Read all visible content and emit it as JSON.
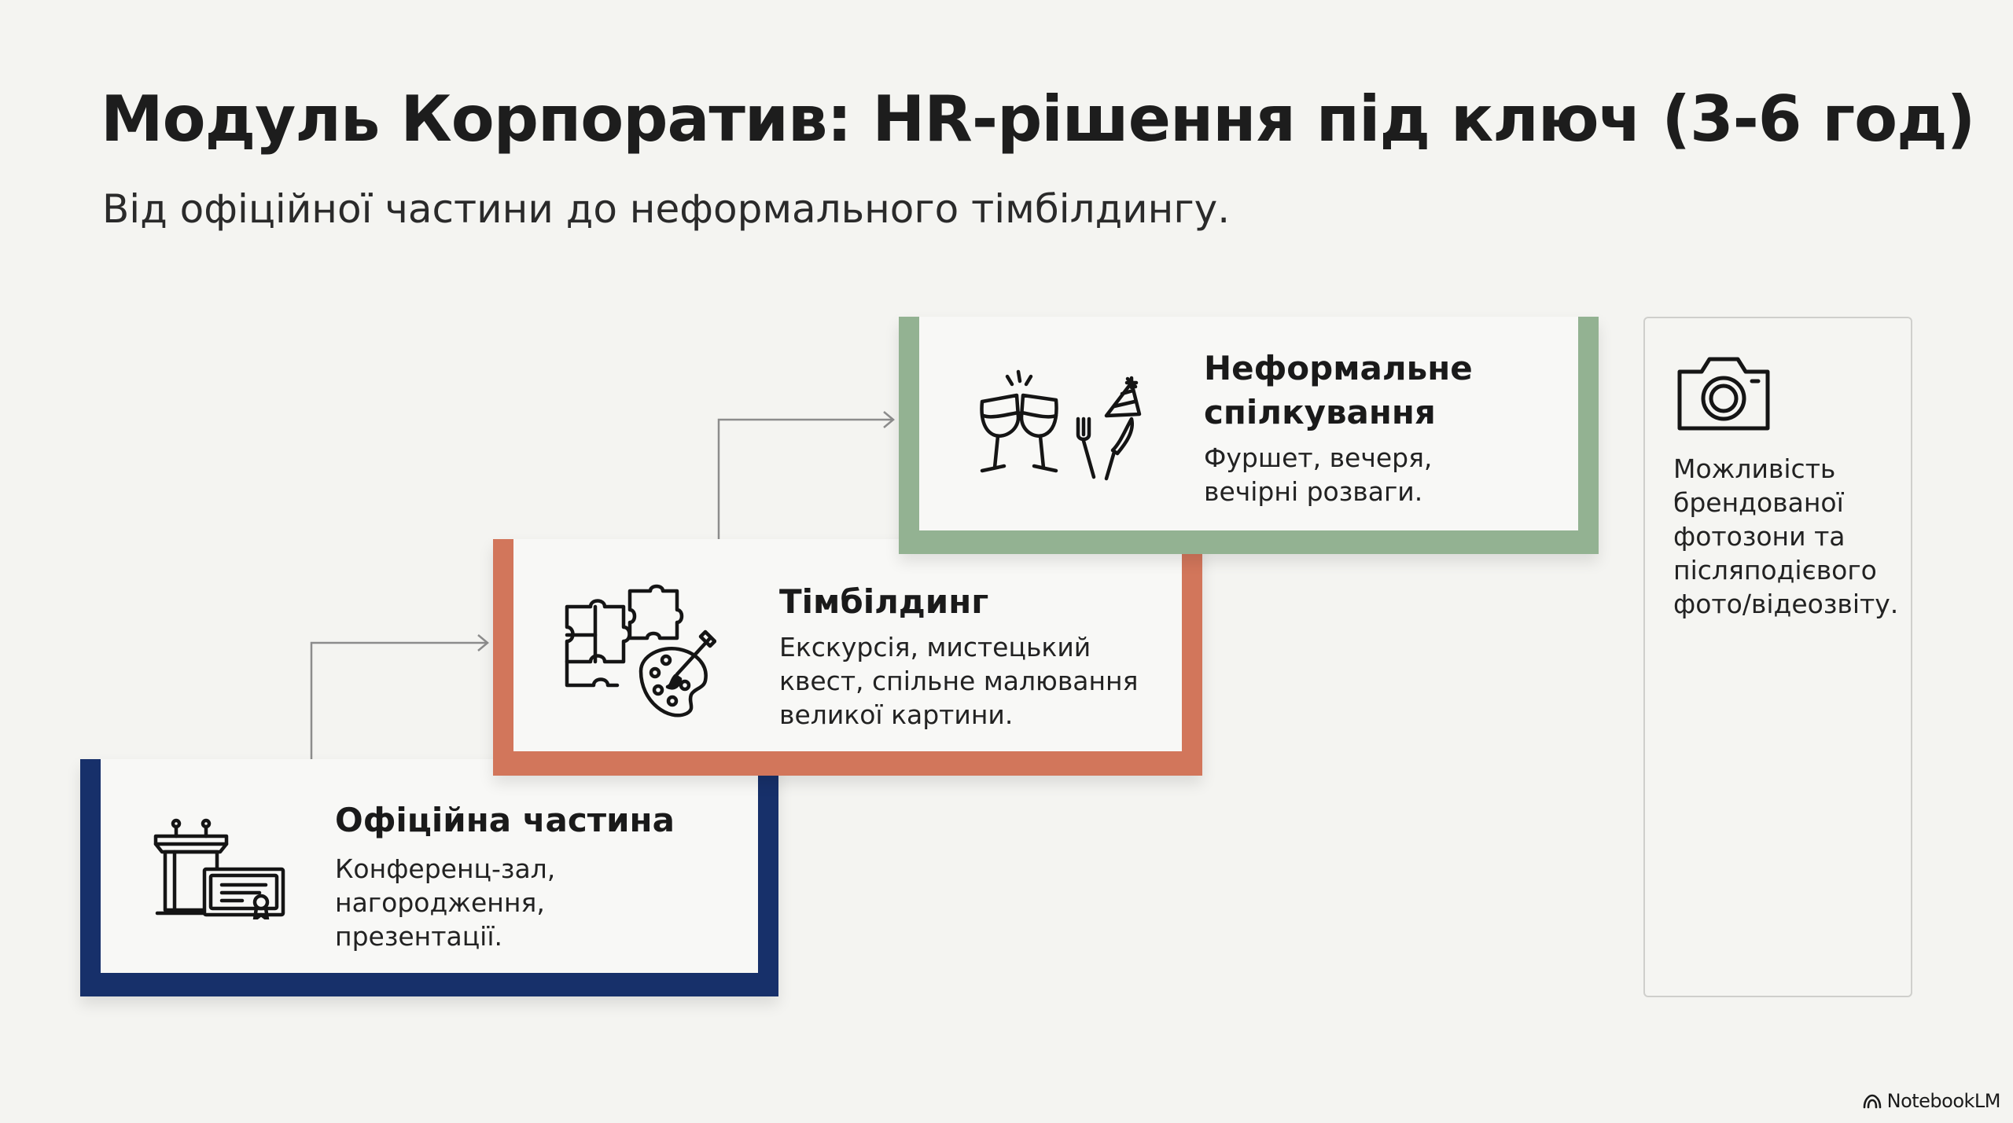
{
  "header": {
    "title": "Модуль Корпоратив: HR-рішення під ключ (3-6 год)",
    "subtitle": "Від офіційної частини до неформального тімбілдингу."
  },
  "steps": [
    {
      "title": "Офіційна частина",
      "description": "Конференц-зал,\nнагородження,\nпрезентації.",
      "icon": "podium-certificate-icon",
      "color": "#17306a"
    },
    {
      "title": "Тімбілдинг",
      "description": "Екскурсія, мистецький\nквест, спільне малювання\nвеликої картини.",
      "icon": "puzzle-palette-icon",
      "color": "#d2765b"
    },
    {
      "title": "Неформальне\nспілкування",
      "description": "Фуршет, вечеря,\nвечірні розваги.",
      "icon": "toast-party-icon",
      "color": "#93b292"
    }
  ],
  "side_note": {
    "icon": "camera-icon",
    "text": "Можливість\nбрендованої\nфотозони та\nпісляподієвого\nфото/відеозвіту."
  },
  "branding": {
    "label": "NotebookLM"
  }
}
